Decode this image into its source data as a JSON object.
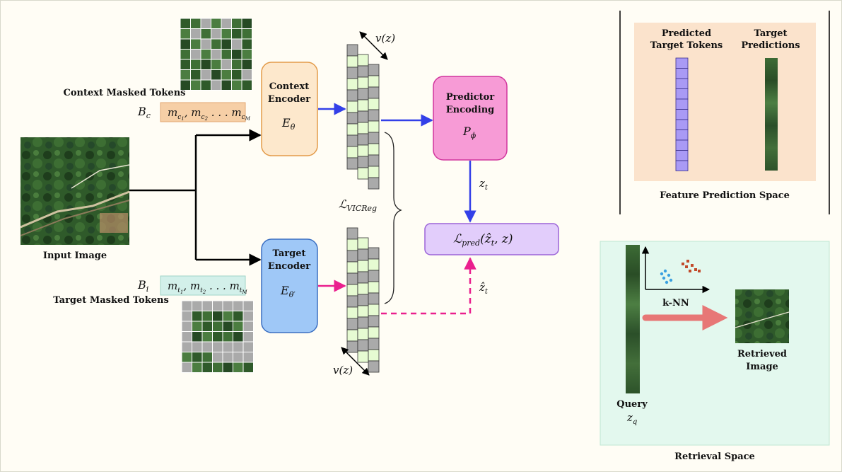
{
  "labels": {
    "context_masked_tokens": "Context Masked Tokens",
    "input_image": "Input Image",
    "target_masked_tokens": "Target Masked Tokens",
    "context_encoder_l1": "Context",
    "context_encoder_l2": "Encoder",
    "target_encoder_l1": "Target",
    "target_encoder_l2": "Encoder",
    "predictor_l1": "Predictor",
    "predictor_l2": "Encoding",
    "predicted_target_tokens_l1": "Predicted",
    "predicted_target_tokens_l2": "Target Tokens",
    "target_predictions_l1": "Target",
    "target_predictions_l2": "Predictions",
    "feature_prediction_space": "Feature Prediction Space",
    "knn": "k-NN",
    "retrieved_l1": "Retrieved",
    "retrieved_l2": "Image",
    "query": "Query",
    "retrieval_space": "Retrieval Space"
  },
  "math": {
    "b_c": "B",
    "b_c_sub": "c",
    "b_i": "B",
    "b_i_sub": "i",
    "context_tokens_formula": "m",
    "target_tokens_formula": "m",
    "e_theta": "E",
    "e_theta_sub": "θ",
    "e_theta_prime_sub": "θ′",
    "p_phi": "P",
    "p_phi_sub": "ϕ",
    "z_t": "z",
    "z_t_sub": "t",
    "z_hat_t": "ẑ",
    "z_hat_t_sub": "t",
    "l_vicreg": "ℒ",
    "l_vicreg_sub": "VICReg",
    "l_pred": "ℒ",
    "l_pred_sub": "pred",
    "l_pred_args": "(ẑ",
    "l_pred_args_sub": "t",
    "l_pred_args_end": ", z)",
    "v_z": "v(z)",
    "z_q": "z",
    "z_q_sub": "q"
  },
  "colors": {
    "background": "#fffdf5",
    "context_encoder_fill": "#fde8cc",
    "context_encoder_stroke": "#e39b4a",
    "target_encoder_fill": "#9fc8f7",
    "target_encoder_stroke": "#3b6fc2",
    "predictor_fill": "#f79bd6",
    "predictor_stroke": "#d1359d",
    "loss_fill": "#e2cdfb",
    "loss_stroke": "#9b63d8",
    "feature_panel_fill": "#fbe3cc",
    "retrieval_panel_fill": "#e3f8ee",
    "token_green": "#e6fbd2",
    "token_gray": "#aaaaaa",
    "predicted_token": "#a99af5",
    "blue_arrow": "#3340e8",
    "magenta_arrow": "#ea1f8e",
    "retrieval_arrow": "#e86a6a",
    "scatter_blue": "#3aa0e0",
    "scatter_red": "#c24a2a"
  }
}
